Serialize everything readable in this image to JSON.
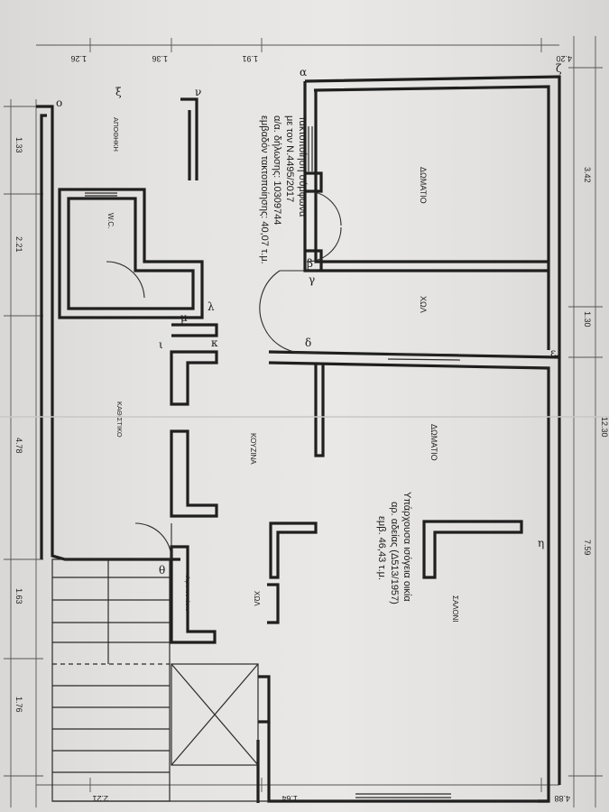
{
  "rooms": {
    "room1": "ΔΩΜΑΤΙΟ",
    "hall1": "ΧΩΛ",
    "room2": "ΔΩΜΑΤΙΟ",
    "storage": "ΑΠΟΘΗΚΗ",
    "wc": "W.C.",
    "kitchen": "ΚΟΥΖΙΝΑ",
    "living": "ΚΑΘΙΣΤΙΚΟ",
    "hall2": "ΧΩΛ",
    "salon": "ΣΑΛΟΝΙ",
    "staircase": "κλιμακοστάσιο"
  },
  "notes": {
    "regularization": [
      "Τακτοποίηση σύμφωνα",
      "με τον Ν.4495/2017",
      "α/α. δήλωσης: 10309744",
      "εμβαδόν τακτοποίησης: 40,07 τ.μ."
    ],
    "existing": [
      "Υπάρχουσα ισόγεια οικία",
      "αρ. αδείας (Δ513/1957)",
      "εμβ. 46,43 τ.μ."
    ]
  },
  "corner_labels": {
    "alpha": "α",
    "beta": "β",
    "gamma": "γ",
    "delta": "δ",
    "epsilon": "ε",
    "zeta": "ζ",
    "eta": "η",
    "theta": "θ",
    "iota": "ι",
    "kappa": "κ",
    "lambda": "λ",
    "mu": "μ",
    "nu": "ν",
    "xi": "ξ",
    "omicron": "ο"
  },
  "dimensions": {
    "right_total": "12.30",
    "right_segments": [
      "3.42",
      "1.30",
      "7.59"
    ],
    "left_segments": [
      "1.33",
      "2.21",
      "4.78",
      "1.63",
      "1.76"
    ],
    "top_side": [
      "4.20",
      "1.91",
      "1.36",
      "1.26"
    ],
    "bottom_side": [
      "4.88",
      "1.64",
      "2.21"
    ]
  }
}
